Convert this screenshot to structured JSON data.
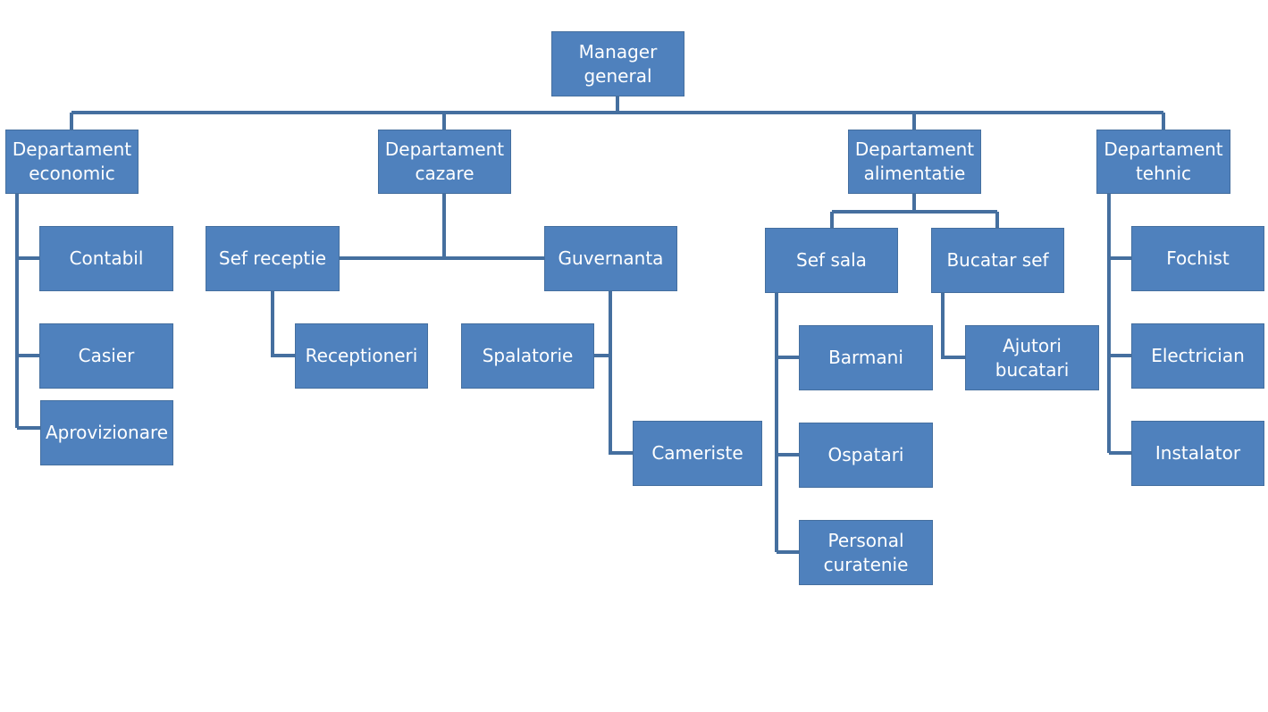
{
  "style": {
    "box_color": "#4f81bd",
    "line_color": "#456f9f",
    "text_color": "#ffffff"
  },
  "org_chart": {
    "root": "Manager general",
    "departments": [
      {
        "title": "Departament economic",
        "children": [
          "Contabil",
          "Casier",
          "Aprovizionare"
        ]
      },
      {
        "title": "Departament cazare",
        "children": [
          {
            "title": "Sef receptie",
            "children": [
              "Receptioneri"
            ]
          },
          {
            "title": "Guvernanta",
            "children": [
              "Spalatorie",
              "Cameriste"
            ]
          }
        ]
      },
      {
        "title": "Departament alimentatie",
        "children": [
          {
            "title": "Sef sala",
            "children": [
              "Barmani",
              "Ospatari",
              "Personal curatenie"
            ]
          },
          {
            "title": "Bucatar sef",
            "children": [
              "Ajutori bucatari"
            ]
          }
        ]
      },
      {
        "title": "Departament tehnic",
        "children": [
          "Fochist",
          "Electrician",
          "Instalator"
        ]
      }
    ]
  }
}
